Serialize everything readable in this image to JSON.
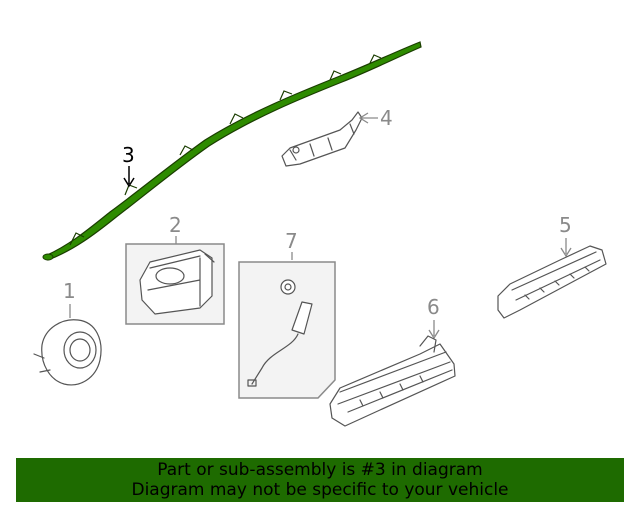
{
  "diagram": {
    "callouts": {
      "c1": "1",
      "c2": "2",
      "c3": "3",
      "c4": "4",
      "c5": "5",
      "c6": "6",
      "c7": "7"
    },
    "highlight_color": "#2e8b00",
    "banner": {
      "line1": "Part or sub-assembly is #3 in diagram",
      "line2": "Diagram may not be specific to your vehicle",
      "color": "#1e6b00"
    }
  }
}
